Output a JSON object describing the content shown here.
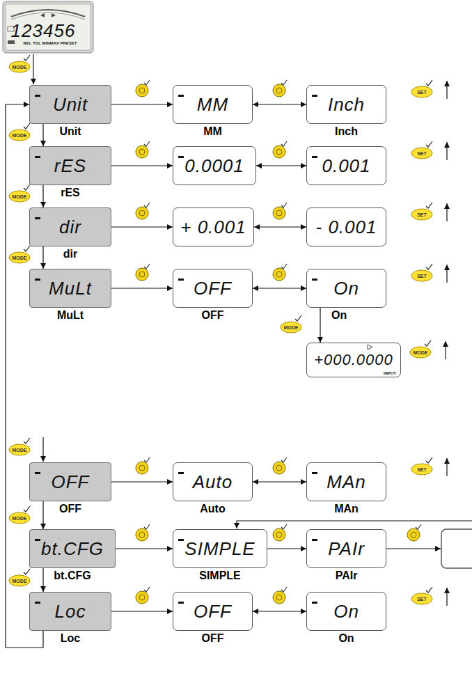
{
  "diagram": {
    "nodes": [
      {
        "text": [
          "Unit",
          "Unit"
        ]
      },
      {
        "text": [
          "MM",
          "MM"
        ]
      },
      {
        "text": [
          "Inch",
          "Inch"
        ]
      },
      {
        "text": [
          "rES",
          "rES"
        ]
      },
      {
        "text": [
          "0.0001"
        ]
      },
      {
        "text": [
          "0.001"
        ]
      },
      {
        "text": [
          "dir",
          "dir"
        ]
      },
      {
        "text": [
          "+ 0.001"
        ]
      },
      {
        "text": [
          "- 0.001"
        ]
      },
      {
        "text": [
          "MuLt",
          "MuLt"
        ]
      },
      {
        "text": [
          "OFF",
          "OFF"
        ]
      },
      {
        "text": [
          "On",
          "On"
        ]
      },
      {
        "text": [
          "+000.0000",
          "INPUT"
        ]
      },
      {
        "text": [
          "OFF",
          "OFF"
        ]
      },
      {
        "text": [
          "Auto",
          "Auto"
        ]
      },
      {
        "text": [
          "MAn",
          "MAn"
        ]
      },
      {
        "text": [
          "bt.CFG",
          "bt.CFG"
        ]
      },
      {
        "text": [
          "SIMPLE",
          "SIMPLE"
        ]
      },
      {
        "text": [
          "PAIr",
          "PAIr"
        ]
      },
      {
        "text": [
          "Loc",
          "Loc"
        ]
      },
      {
        "text": [
          "OFF",
          "OFF"
        ]
      },
      {
        "text": [
          "On",
          "On"
        ]
      }
    ],
    "edges": [
      {
        "from": 0,
        "to": 1,
        "arrow": "to"
      },
      {
        "from": 1,
        "to": 2,
        "arrow": "both"
      },
      {
        "from": 0,
        "to": 3,
        "arrow": "to"
      },
      {
        "from": 3,
        "to": 4,
        "arrow": "to"
      },
      {
        "from": 4,
        "to": 5,
        "arrow": "both"
      },
      {
        "from": 3,
        "to": 6,
        "arrow": "to"
      },
      {
        "from": 6,
        "to": 7,
        "arrow": "to"
      },
      {
        "from": 7,
        "to": 8,
        "arrow": "both"
      },
      {
        "from": 6,
        "to": 9,
        "arrow": "to"
      },
      {
        "from": 9,
        "to": 10,
        "arrow": "to"
      },
      {
        "from": 10,
        "to": 11,
        "arrow": "both"
      },
      {
        "from": 11,
        "to": 12,
        "arrow": "to"
      },
      {
        "from": 13,
        "to": 14,
        "arrow": "to"
      },
      {
        "from": 14,
        "to": 15,
        "arrow": "both"
      },
      {
        "from": 13,
        "to": 16,
        "arrow": "to"
      },
      {
        "from": 16,
        "to": 17,
        "arrow": "to"
      },
      {
        "from": 17,
        "to": 18,
        "arrow": "to"
      },
      {
        "from": 16,
        "to": 19,
        "arrow": "to"
      },
      {
        "from": 19,
        "to": 20,
        "arrow": "to"
      },
      {
        "from": 20,
        "to": 21,
        "arrow": "both"
      },
      {
        "from": 19,
        "to": 0,
        "arrow": "to"
      }
    ],
    "labels": [
      "123456",
      "REL TOL MINMAX PRESET",
      "MODE",
      "MODE",
      "MODE",
      "MODE",
      "MODE",
      "MODE",
      "MODE",
      "MODE",
      "MODE",
      "SET",
      "SET",
      "SET",
      "SET",
      "SET",
      "SET"
    ]
  }
}
